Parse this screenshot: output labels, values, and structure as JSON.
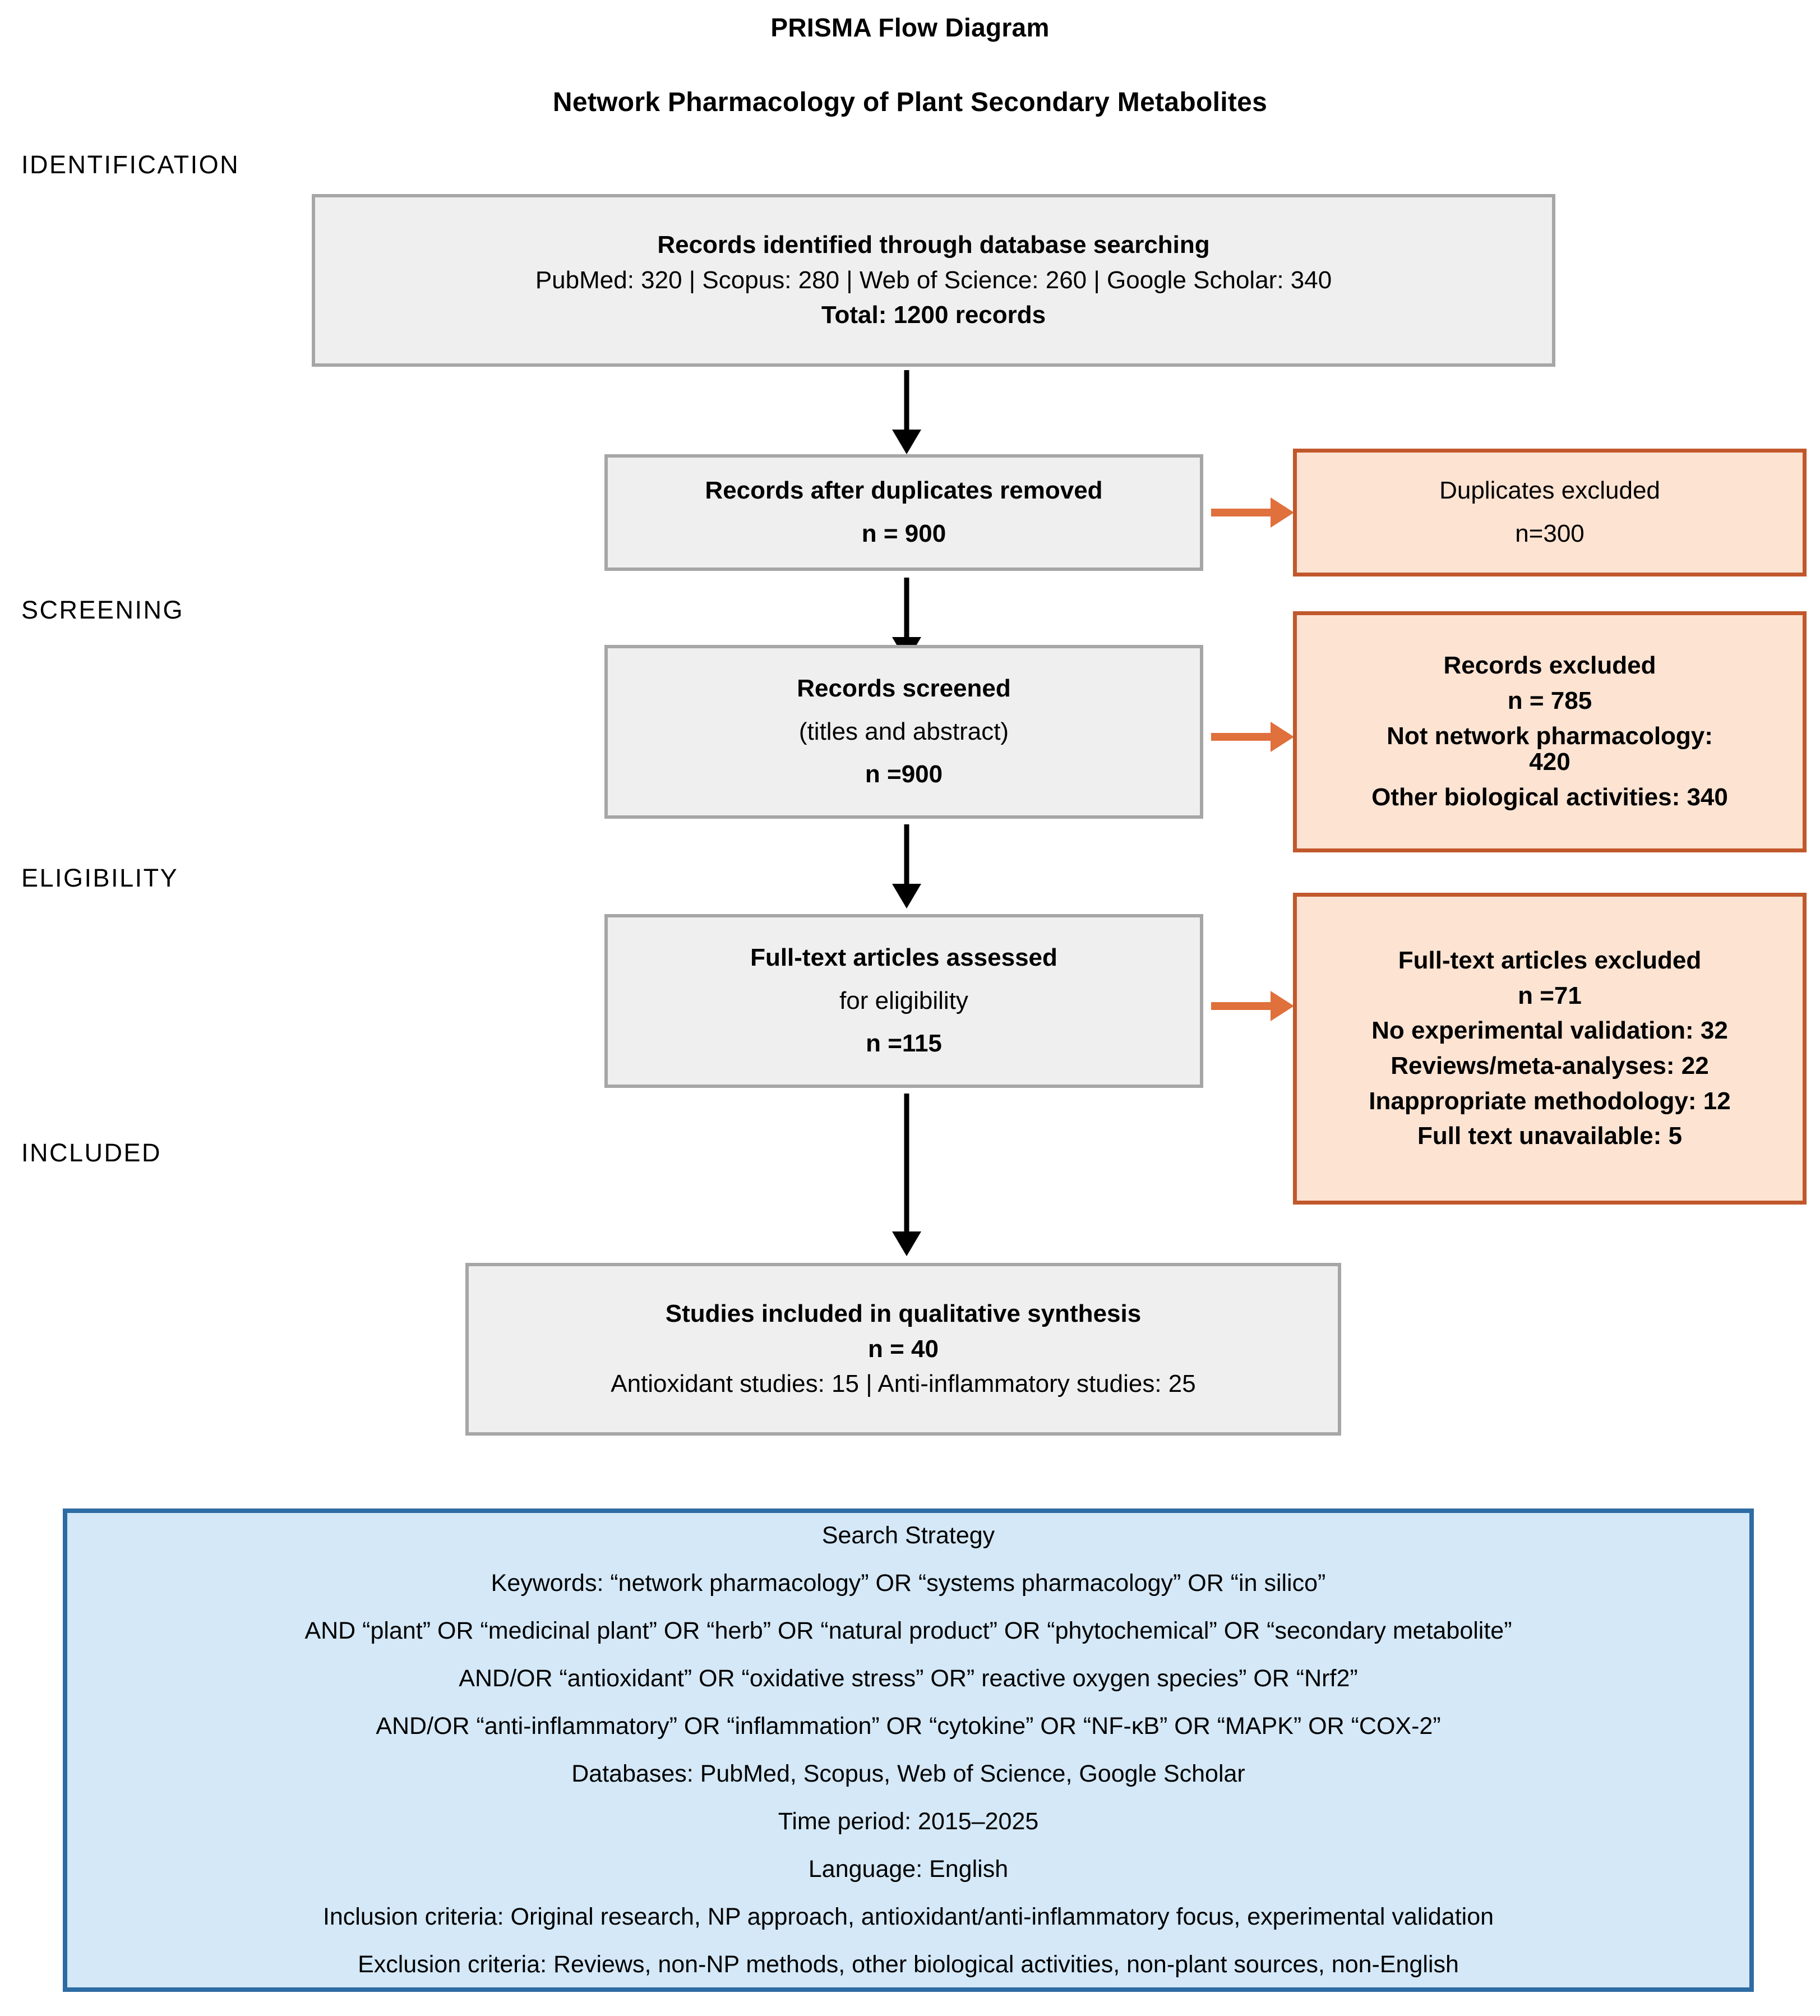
{
  "diagram": {
    "title": "PRISMA Flow Diagram",
    "subtitle": "Network Pharmacology of Plant Secondary Metabolites"
  },
  "stages": [
    {
      "id": "identification",
      "label": "IDENTIFICATION"
    },
    {
      "id": "screening",
      "label": "SCREENING"
    },
    {
      "id": "eligibility",
      "label": "ELIGIBILITY"
    },
    {
      "id": "included",
      "label": "INCLUDED"
    }
  ],
  "boxes": {
    "identified": {
      "heading": "Records identified through database searching",
      "sources": "PubMed: 320 | Scopus: 280 | Web of Science: 260 | Google Scholar: 340",
      "total": "Total: 1200 records"
    },
    "after_duplicates": {
      "heading": "Records after duplicates removed",
      "count": "n = 900"
    },
    "duplicates_excluded": {
      "heading": "Duplicates excluded",
      "count": "n=300"
    },
    "screened": {
      "heading": "Records screened",
      "detail": "(titles and abstract)",
      "count": "n =900"
    },
    "records_excluded": {
      "heading": "Records excluded",
      "count": "n = 785",
      "reason1_label": "Not network pharmacology:",
      "reason1_value": "420",
      "reason2": "Other biological activities: 340"
    },
    "fulltext_assessed": {
      "heading": "Full-text articles assessed",
      "detail": "for eligibility",
      "count": "n =115"
    },
    "fulltext_excluded": {
      "heading": "Full-text articles excluded",
      "count": "n =71",
      "reasons": [
        "No experimental validation: 32",
        "Reviews/meta-analyses: 22",
        "Inappropriate methodology: 12",
        "Full text unavailable: 5"
      ]
    },
    "included": {
      "heading": "Studies included in qualitative synthesis",
      "count": "n = 40",
      "breakdown": "Antioxidant studies: 15 | Anti-inflammatory studies: 25"
    }
  },
  "search_strategy": {
    "title": "Search Strategy",
    "lines": [
      "Keywords: “network pharmacology” OR “systems pharmacology” OR “in silico”",
      "AND “plant” OR “medicinal plant” OR “herb” OR “natural product” OR “phytochemical” OR “secondary metabolite”",
      "AND/OR “antioxidant” OR “oxidative stress” OR” reactive oxygen species” OR “Nrf2”",
      "AND/OR “anti-inflammatory” OR “inflammation” OR “cytokine” OR “NF-κB” OR “MAPK” OR “COX-2”",
      "Databases: PubMed, Scopus, Web of Science, Google Scholar",
      "Time period: 2015–2025",
      "Language: English",
      "Inclusion criteria: Original research, NP approach, antioxidant/anti-inflammatory focus, experimental validation",
      "Exclusion criteria: Reviews, non-NP methods, other biological activities, non-plant sources, non-English"
    ]
  },
  "colors": {
    "grey_box_fill": "#EFEFEF",
    "grey_box_border": "#A6A6A6",
    "orange_box_fill": "#FCE3D2",
    "orange_box_border": "#C1582C",
    "blue_box_fill": "#D4E8F7",
    "blue_box_border": "#2E6CA4",
    "orange_arrow": "#E0703C",
    "flow_arrow": "#000000"
  }
}
